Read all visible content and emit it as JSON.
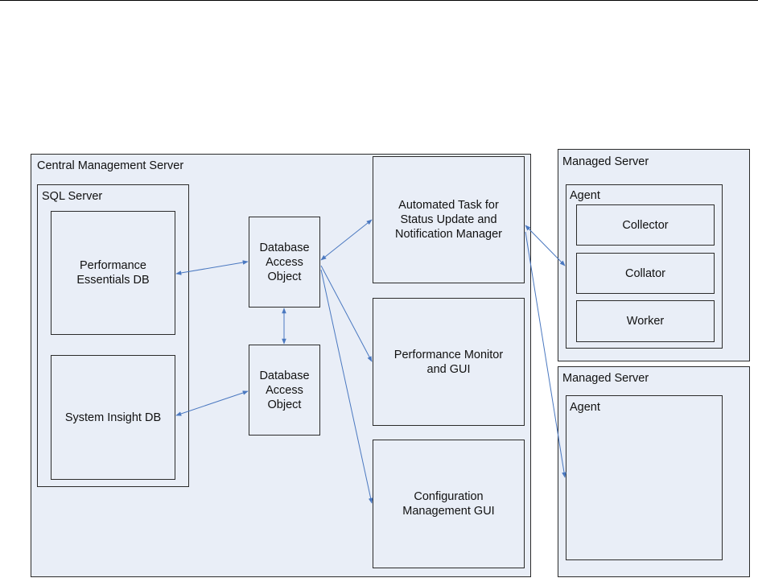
{
  "central": {
    "title": "Central Management Server",
    "sql_server": {
      "title": "SQL Server",
      "perf_db": "Performance\nEssentials DB",
      "insight_db": "System Insight DB"
    },
    "dao_top": "Database\nAccess\nObject",
    "dao_bottom": "Database\nAccess\nObject",
    "automated_task": "Automated Task for\nStatus Update and\nNotification Manager",
    "perf_monitor": "Performance Monitor\nand GUI",
    "config_gui": "Configuration\nManagement GUI"
  },
  "managed1": {
    "title": "Managed Server",
    "agent": {
      "title": "Agent",
      "collector": "Collector",
      "collator": "Collator",
      "worker": "Worker"
    }
  },
  "managed2": {
    "title": "Managed Server",
    "agent": {
      "title": "Agent"
    }
  },
  "colors": {
    "box_fill": "#e9eef7",
    "border": "#2b2b2b",
    "connector": "#4a78c0"
  }
}
